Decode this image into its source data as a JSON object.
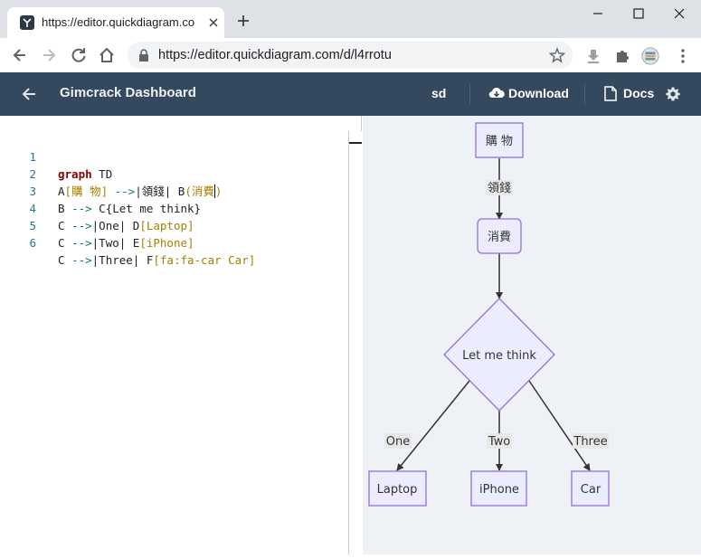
{
  "browser": {
    "tab_title": "https://editor.quickdiagram.co",
    "url": "https://editor.quickdiagram.com/d/l4rrotu",
    "icons": [
      "app-favicon-icon",
      "close-icon",
      "plus-icon",
      "minimize-icon",
      "maximize-icon",
      "close-window-icon",
      "back-arrow-icon",
      "forward-arrow-icon",
      "reload-icon",
      "home-icon",
      "lock-icon",
      "star-icon",
      "download-icon",
      "puzzle-icon",
      "profile-icon",
      "kebab-menu-icon"
    ]
  },
  "header": {
    "title": "Gimcrack Dashboard",
    "user": "sd",
    "download_label": "Download",
    "docs_label": "Docs",
    "background": "#34495e"
  },
  "editor": {
    "lines": [
      {
        "num": "1"
      },
      {
        "num": "2"
      },
      {
        "num": "3"
      },
      {
        "num": "4"
      },
      {
        "num": "5"
      },
      {
        "num": "6"
      }
    ],
    "tokens": {
      "l1_kw": "graph",
      "l1_rest": " TD",
      "l2_a": "A",
      "l2_str1": "[購 物]",
      "l2_arr": " -->",
      "l2_mid": "|領錢| B",
      "l2_str2": "(消費",
      "l2_end": ")",
      "l3_a": "B ",
      "l3_arr": "-->",
      "l3_rest": " C{Let me think}",
      "l4_a": "C ",
      "l4_arr": "-->",
      "l4_mid": "|One| D",
      "l4_str": "[Laptop]",
      "l5_a": "C ",
      "l5_arr": "-->",
      "l5_mid": "|Two| E",
      "l5_str": "[iPhone]",
      "l6_a": "C ",
      "l6_arr": "-->",
      "l6_mid": "|Three| F",
      "l6_str": "[fa:fa-car Car]"
    }
  },
  "diagram": {
    "node_fill": "#ececff",
    "node_stroke": "#9370db",
    "nodes": {
      "A": "購 物",
      "B": "消費",
      "C": "Let me think",
      "D": "Laptop",
      "E": "iPhone",
      "F": "Car"
    },
    "edges": {
      "AB": "領錢",
      "CD": "One",
      "CE": "Two",
      "CF": "Three"
    }
  }
}
